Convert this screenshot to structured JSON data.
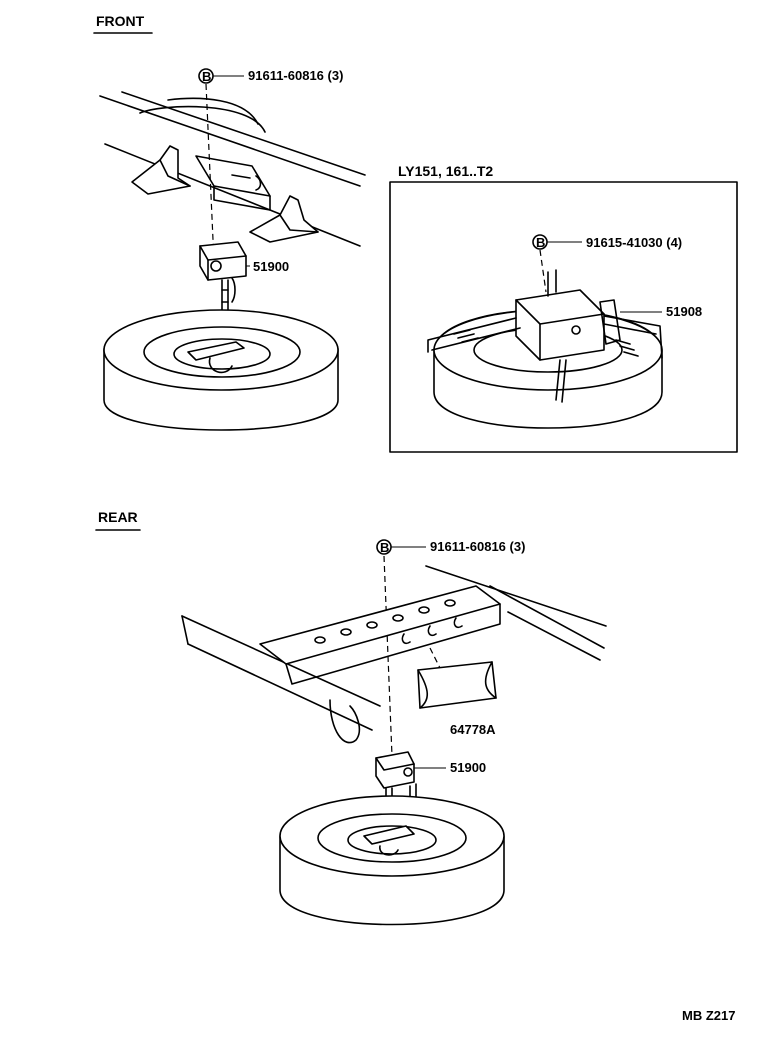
{
  "sections": {
    "front": "FRONT",
    "rear": "REAR"
  },
  "inset": {
    "title": "LY151, 161..T2"
  },
  "callouts": {
    "front_bolt": "91611-60816 (3)",
    "front_carrier": "51900",
    "inset_bolt": "91615-41030 (4)",
    "inset_carrier": "51908",
    "rear_bolt": "91611-60816 (3)",
    "rear_bracket": "64778A",
    "rear_carrier": "51900"
  },
  "bolt_symbol": "B",
  "footer": {
    "code": "MB  Z217"
  }
}
